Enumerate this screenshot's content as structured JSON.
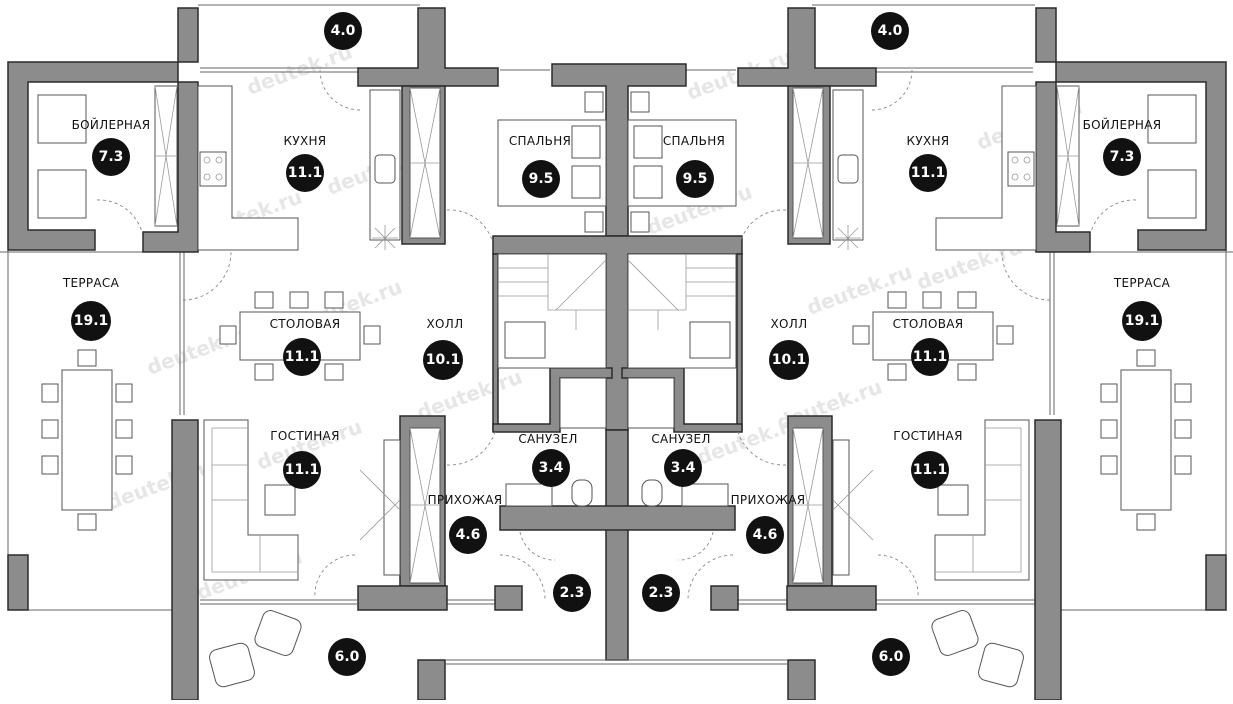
{
  "plan": {
    "watermark": "deutek.ru",
    "rooms": [
      {
        "id": "terrace-top-left",
        "label": "",
        "area": "4.0"
      },
      {
        "id": "boiler-left",
        "label": "БОЙЛЕРНАЯ",
        "area": "7.3"
      },
      {
        "id": "kitchen-left",
        "label": "КУХНЯ",
        "area": "11.1"
      },
      {
        "id": "bedroom-left",
        "label": "СПАЛЬНЯ",
        "area": "9.5"
      },
      {
        "id": "bedroom-right",
        "label": "СПАЛЬНЯ",
        "area": "9.5"
      },
      {
        "id": "kitchen-right",
        "label": "КУХНЯ",
        "area": "11.1"
      },
      {
        "id": "terrace-top-right",
        "label": "",
        "area": "4.0"
      },
      {
        "id": "boiler-right",
        "label": "БОЙЛЕРНАЯ",
        "area": "7.3"
      },
      {
        "id": "terrace-left",
        "label": "ТЕРРАСА",
        "area": "19.1"
      },
      {
        "id": "dining-left",
        "label": "СТОЛОВАЯ",
        "area": "11.1"
      },
      {
        "id": "hall-left",
        "label": "ХОЛЛ",
        "area": "10.1"
      },
      {
        "id": "hall-right",
        "label": "ХОЛЛ",
        "area": "10.1"
      },
      {
        "id": "dining-right",
        "label": "СТОЛОВАЯ",
        "area": "11.1"
      },
      {
        "id": "terrace-right",
        "label": "ТЕРРАСА",
        "area": "19.1"
      },
      {
        "id": "living-left",
        "label": "ГОСТИНАЯ",
        "area": "11.1"
      },
      {
        "id": "bathroom-left",
        "label": "САНУЗЕЛ",
        "area": "3.4"
      },
      {
        "id": "bathroom-right",
        "label": "САНУЗЕЛ",
        "area": "3.4"
      },
      {
        "id": "living-right",
        "label": "ГОСТИНАЯ",
        "area": "11.1"
      },
      {
        "id": "entry-left",
        "label": "ПРИХОЖАЯ",
        "area": "4.6"
      },
      {
        "id": "entry-right",
        "label": "ПРИХОЖАЯ",
        "area": "4.6"
      },
      {
        "id": "porch-left",
        "label": "",
        "area": "2.3"
      },
      {
        "id": "porch-right",
        "label": "",
        "area": "2.3"
      },
      {
        "id": "patio-left",
        "label": "",
        "area": "6.0"
      },
      {
        "id": "patio-right",
        "label": "",
        "area": "6.0"
      }
    ]
  }
}
